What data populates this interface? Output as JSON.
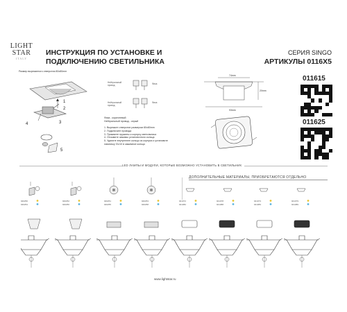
{
  "logo": {
    "line1": "LIGHT",
    "line2": "STAR",
    "line3": "ITALY"
  },
  "title": {
    "line1": "ИНСТРУКЦИЯ ПО УСТАНОВКЕ И",
    "line2": "ПОДКЛЮЧЕНИЮ СВЕТИЛЬНИКА"
  },
  "series": {
    "label": "СЕРИЯ SINGO",
    "articles": "АРТИКУЛЫ 0116X5"
  },
  "codes": {
    "first": "011615",
    "second": "011625"
  },
  "diagram": {
    "cutout_note": "Размер вырезанного отверстия 80x80mm",
    "neutral": "Нейтральный провод",
    "phase": "Фаза",
    "dim_74": "74mm",
    "dim_93": "93mm",
    "dim_20": "20mm",
    "callouts": [
      "1",
      "2",
      "3",
      "4",
      "5"
    ]
  },
  "wiring_note": {
    "line1": "Фаза - коричневый",
    "line2": "Нейтральный провод - серый"
  },
  "steps": [
    "1. Вырежьте отверстие размером 80x80mm",
    "2. Подключите провода",
    "3. Прижмите пружины к корпусу светильника",
    "4. Отожмите зажимы установочного кольца",
    "5. Удалите внутреннее кольцо из корпуса и установите",
    "   лампочку GU10 в зажимное кольцо"
  ],
  "sections": {
    "lamps": "LED ЛАМПЫ И МОДУЛИ, КОТОРЫЕ ВОЗМОЖНО УСТАНОВИТЬ В СВЕТИЛЬНИК",
    "extra": "ДОПОЛНИТЕЛЬНЫЕ МАТЕРИАЛЫ, ПРИОБРЕТАЮТСЯ ОТДЕЛЬНО"
  },
  "module_codes": [
    [
      "940250",
      "940254"
    ],
    [
      "940252",
      "940256"
    ],
    [
      "940251",
      "940255"
    ],
    [
      "940253",
      "940258"
    ],
    [
      "941072",
      "941082"
    ],
    [
      "941078",
      "941088"
    ],
    [
      "941073",
      "941083"
    ],
    [
      "941079",
      "941089"
    ]
  ],
  "colors": {
    "yellow_dot": "#e8c531",
    "blue_dot": "#5ab3e0",
    "ink": "#222222"
  },
  "url": "www.lightstar.ru"
}
